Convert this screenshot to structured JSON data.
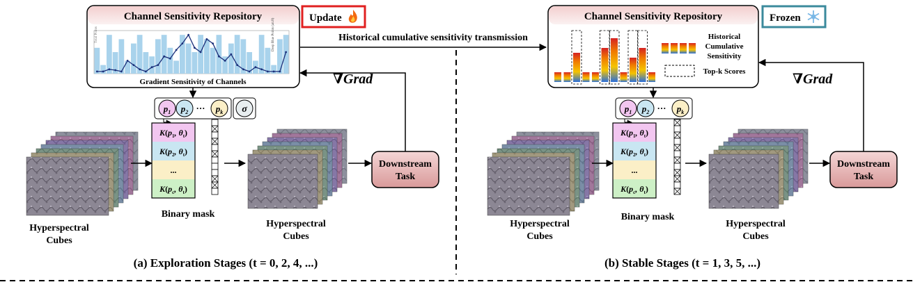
{
  "left": {
    "repo_title": "Channel Sensitivity Repository",
    "chart_caption": "Gradient Sensitivity of Channels",
    "chart_legend_left": "Total Points",
    "chart_legend_right": "Deep Blue Points (att.8)",
    "badge": "Update",
    "badge_icon": "fire-icon",
    "grad_label": "∇Grad",
    "params": [
      "p1",
      "p2",
      "pk"
    ],
    "sigma": "σ",
    "kernels": [
      "K(p1,θt)",
      "K(p2,θt)",
      "...",
      "K(pc,θt)"
    ],
    "kernel_colors": [
      "#f2c6f0",
      "#c9e6f2",
      "#fbefc7",
      "#cdf0c6"
    ],
    "input_label": [
      "Hyperspectral",
      "Cubes"
    ],
    "mask_label": "Binary mask",
    "output_label": [
      "Hyperspectral",
      "Cubes"
    ],
    "task_label": [
      "Downstream",
      "Task"
    ],
    "stage_label": "(a) Exploration Stages (t = 0, 2, 4, ...)",
    "mask_pattern": [
      0,
      1,
      0,
      1,
      0,
      1,
      0,
      0,
      0,
      1,
      1,
      0
    ]
  },
  "transmission_label": "Historical cumulative sensitivity transmission",
  "right": {
    "repo_title": "Channel Sensitivity Repository",
    "badge": "Frozen",
    "badge_icon": "snowflake-icon",
    "legend_hist": [
      "Historical",
      "Cumulative",
      "Sensitivity"
    ],
    "legend_topk": "Top-k Scores",
    "grad_label": "∇Grad",
    "params": [
      "p1",
      "p2",
      "pk"
    ],
    "kernels": [
      "K(p1,θt)",
      "K(p2,θt)",
      "...",
      "K(pc,θt)"
    ],
    "kernel_colors": [
      "#f2c6f0",
      "#c9e6f2",
      "#fbefc7",
      "#cdf0c6"
    ],
    "input_label": [
      "Hyperspectral",
      "Cubes"
    ],
    "mask_label": "Binary mask",
    "output_label": [
      "Hyperspectral",
      "Cubes"
    ],
    "task_label": [
      "Downstream",
      "Task"
    ],
    "stage_label": "(b) Stable Stages (t = 1, 3, 5, ...)",
    "mask_pattern": [
      1,
      0,
      1,
      0,
      1,
      0,
      1,
      0,
      1,
      1,
      0,
      1
    ],
    "hist_bars": [
      0.2,
      0.2,
      0.6,
      0.2,
      0.2,
      0.7,
      0.9,
      0.2,
      0.5,
      0.7,
      0.2
    ],
    "topk_bars": [
      2,
      5,
      6,
      8,
      9
    ]
  },
  "colors": {
    "repo_fill": "#f7e2e2",
    "task_fill": "#e7b2b2",
    "update_border": "#e02020",
    "frozen_border": "#3b8a9c",
    "cube_base": "#8a8490"
  }
}
